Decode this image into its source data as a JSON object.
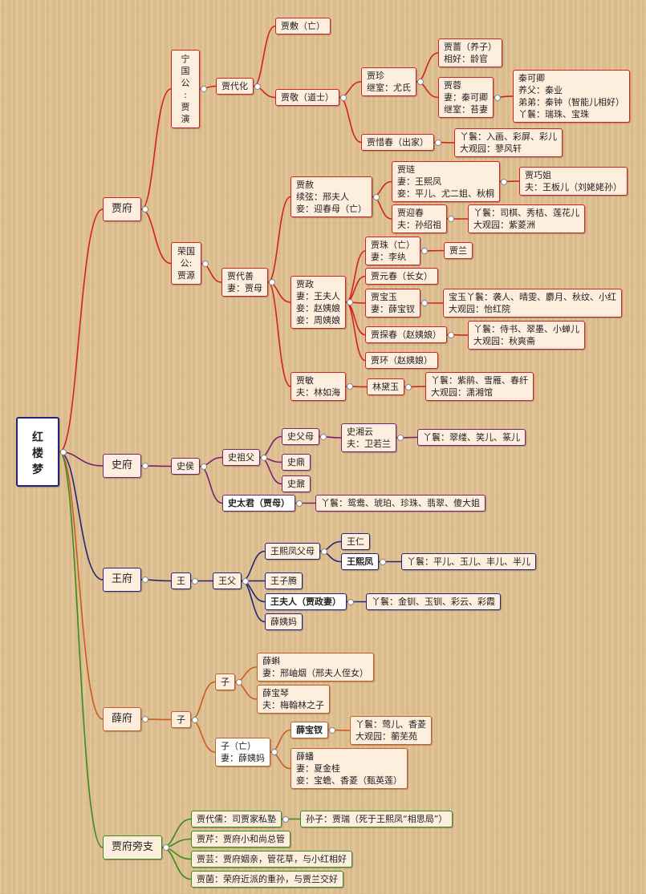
{
  "root": "红\n楼\n梦",
  "colors": {
    "jia": "#d42020",
    "shi": "#7a2170",
    "wang": "#23247a",
    "xue": "#c95c22",
    "pang": "#3b8a1e"
  },
  "nodes": {
    "jiafu": "贾府",
    "ningguo": "宁\n国\n公\n:\n贾\n演",
    "rongguo": "荣国\n公:\n贾源",
    "jia_daihua": "贾代化",
    "jia_fu": "贾敷（亡）",
    "jia_jing": "贾敬（道士）",
    "jia_zhen": "贾珍\n继室：尤氏",
    "jia_qiang": "贾蔷（养子）\n相好：龄官",
    "jia_rong": "贾蓉\n妻：秦可卿\n继室：苔妻",
    "qin_keqing": "秦可卿\n养父：秦业\n弟弟：秦钟（智能儿相好）\n丫鬟：瑞珠、宝珠",
    "jia_xichun": "贾惜春（出家）",
    "xichun_info": "丫鬟：入画、彩屏、彩儿\n大观园：蓼风轩",
    "jia_daishan": "贾代善\n妻：贾母",
    "jia_she": "贾赦\n续弦：邢夫人\n妾：迎春母（亡）",
    "jia_lian": "贾琏\n妻：王熙凤\n妾：平儿、尤二姐、秋桐",
    "qiaojie": "贾巧姐\n夫：王板儿（刘姥姥孙）",
    "yingchun": "贾迎春\n夫：孙绍祖",
    "yingchun_info": "丫鬟：司棋、秀桔、莲花儿\n大观园：紫菱洲",
    "jia_zheng": "贾政\n妻：王夫人\n妾：赵姨娘\n妾：周姨娘",
    "jia_zhu": "贾珠（亡）\n妻：李纨",
    "jia_lan": "贾兰",
    "yuanchun": "贾元春（长女）",
    "baoyu": "贾宝玉\n妻：薛宝钗",
    "baoyu_info": "宝玉丫鬟：袭人、晴雯、麝月、秋纹、小红\n大观园：怡红院",
    "tanchun": "贾探春（赵姨娘）",
    "tanchun_info": "丫鬟：侍书、翠墨、小蝉儿\n大观园：秋爽斋",
    "jia_huan": "贾环（赵姨娘）",
    "jia_min": "贾敏\n夫：林如海",
    "daiyu": "林黛玉",
    "daiyu_info": "丫鬟：紫鹃、雪雁、春纤\n大观园：潇湘馆",
    "shifu": "史府",
    "shihou": "史侯",
    "shi_zufu": "史祖父",
    "shi_fumu": "史父母",
    "xiangyun": "史湘云\n夫：卫若兰",
    "xiangyun_info": "丫鬟：翠缕、笑儿、篆儿",
    "shi_ding": "史鼎",
    "shi_nai": "史鼐",
    "shi_taijun": "史太君（贾母）",
    "taijun_info": "丫鬟：鸳鸯、琥珀、珍珠、翡翠、傻大姐",
    "wangfu": "王府",
    "wang": "王",
    "wang_fu": "王父",
    "xifeng_fumu": "王熙凤父母",
    "wang_ren": "王仁",
    "xifeng": "王熙凤",
    "xifeng_info": "丫鬟：平儿、玉儿、丰儿、半儿",
    "wang_ziteng": "王子腾",
    "wang_furen": "王夫人（贾政妻）",
    "wangfuren_info": "丫鬟：金钏、玉钏、彩云、彩霞",
    "xue_yima": "薛姨妈",
    "xuefu": "薛府",
    "xue_zi": "子",
    "xue_zi2": "子",
    "xue_ke": "薛蝌\n妻：邢岫烟（邢夫人侄女）",
    "baoqin": "薛宝琴\n夫：梅翰林之子",
    "xue_zi_wang": "子（亡）\n妻：薛姨妈",
    "baochai": "薛宝钗",
    "baochai_info": "丫鬟：莺儿、香菱\n大观园：蘅芜苑",
    "xue_pan": "薛蟠\n妻：夏金桂\n妾：宝蟾、香菱（甄英莲）",
    "pangzhi": "贾府旁支",
    "daiyu_ru": "贾代儒：司贾家私塾",
    "jia_rui": "孙子：贾瑞（死于王熙凤“相思局”）",
    "jia_qin": "贾芹：贾府小和尚总管",
    "jia_yun": "贾芸：贾府姻亲，管花草，与小红相好",
    "jia_jun": "贾菌：荣府近派的重孙，与贾兰交好"
  }
}
